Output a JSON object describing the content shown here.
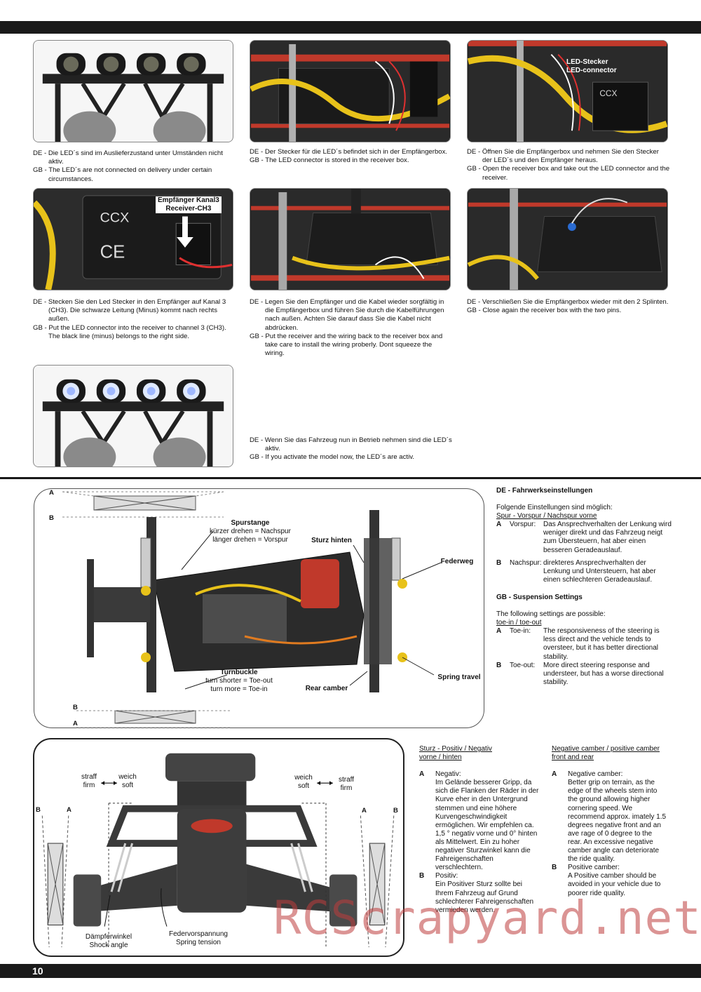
{
  "page_number": "10",
  "photos": {
    "p1_callout": "",
    "p3_callout_1": "LED-Stecker",
    "p3_callout_2": "LED-connector",
    "p4_callout_1": "Empfänger Kanal3",
    "p4_callout_2": "Receiver-CH3"
  },
  "captions": [
    {
      "de": "DE - Die LED´s sind im Auslieferzustand unter Umständen nicht aktiv.",
      "gb": "GB - The LED´s are not connected on delivery under certain circumstances."
    },
    {
      "de": "DE - Der Stecker für die LED´s befindet sich in der Empfängerbox.",
      "gb": "GB - The LED connector is stored in the receiver box."
    },
    {
      "de": "DE - Öffnen Sie die Empfängerbox und nehmen Sie den Stecker der LED´s und den Empfänger heraus.",
      "gb": "GB - Open the receiver box and take out the LED connector and the receiver."
    },
    {
      "de": "DE - Stecken Sie den Led Stecker in den Empfänger auf Kanal 3 (CH3). Die schwarze Leitung (Minus) kommt nach rechts außen.",
      "gb": "GB - Put the LED connector into the receiver to channel 3 (CH3). The black line (minus) belongs to the right side."
    },
    {
      "de": "DE - Legen Sie den Empfänger und die Kabel wieder sorgfältig in die Empfängerbox und führen Sie durch die Kabelführungen nach außen. Achten Sie darauf dass Sie die Kabel nicht abdrücken.",
      "gb": "GB - Put the receiver and the wiring back to the receiver box and take care to install the wiring proberly. Dont squeeze the wiring."
    },
    {
      "de": "DE - Verschließen Sie die Empfängerbox wieder mit den 2 Splinten.",
      "gb": "GB - Close again the receiver box with the two pins."
    },
    {
      "de": "DE - Wenn Sie das Fahrzeug nun in Betrieb nehmen sind die LED´s aktiv.",
      "gb": "GB - If you activate the model now, the LED´s are activ."
    }
  ],
  "diagram1": {
    "letter_a": "A",
    "letter_b": "B",
    "spurstange_title": "Spurstange",
    "spurstange_1": "kürzer drehen = Nachspur",
    "spurstange_2": "länger drehen = Vorspur",
    "sturz_hinten": "Sturz hinten",
    "federweg": "Federweg",
    "turnbuckle_title": "Turnbuckle",
    "turnbuckle_1": "turn shorter = Toe-out",
    "turnbuckle_2": "turn more = Toe-in",
    "rear_camber": "Rear camber",
    "spring_travel": "Spring travel"
  },
  "diagram2": {
    "straff": "straff",
    "firm": "firm",
    "weich": "weich",
    "soft": "soft",
    "daempfer_1": "Dämpferwinkel",
    "daempfer_2": "Shock angle",
    "feder_1": "Federvorspannung",
    "feder_2": "Spring tension",
    "letter_a": "A",
    "letter_b": "B"
  },
  "suspension": {
    "de_title": "DE - Fahrwerkseinstellungen",
    "de_intro": "Folgende Einstellungen sind möglich:",
    "de_sub": "Spur - Vorspur / Nachspur vorne",
    "de_a_key": "A",
    "de_a_term": "Vorspur:",
    "de_a_text": "Das Ansprechverhalten der Lenkung wird weniger direkt und das Fahrzeug neigt zum Übersteuern, hat aber einen besseren Geradeauslauf.",
    "de_b_key": "B",
    "de_b_term": "Nachspur:",
    "de_b_text": "direkteres Ansprechverhalten der Lenkung und Untersteuern, hat aber einen schlechteren Geradeauslauf.",
    "gb_title": "GB - Suspension Settings",
    "gb_intro": "The following settings are possible:",
    "gb_sub": "toe-in / toe-out",
    "gb_a_key": "A",
    "gb_a_term": "Toe-in:",
    "gb_a_text": "The responsiveness of the steering is less direct and the vehicle tends to oversteer, but it has better directional stability.",
    "gb_b_key": "B",
    "gb_b_term": "Toe-out:",
    "gb_b_text": "More direct steering response and understeer, but has a worse directional stability."
  },
  "camber": {
    "de_sub_1": "Sturz - Positiv / Negativ",
    "de_sub_2": "vorne / hinten",
    "de_a_key": "A",
    "de_a_term": "Negativ:",
    "de_a_text": "Im Gelände besserer Gripp, da sich die Flanken der Räder in der Kurve eher in den Untergrund stemmen und eine höhere Kurvengeschwindigkeit ermöglichen. Wir empfehlen ca. 1,5 ° negativ vorne und 0° hinten als Mittelwert. Ein zu hoher negativer Sturzwinkel kann die Fahreigenschaften verschlechtern.",
    "de_b_key": "B",
    "de_b_term": "Positiv:",
    "de_b_text": "Ein Positiver Sturz sollte bei Ihrem Fahrzeug auf Grund schlechterer Fahreigenschaften vermieden werden.",
    "gb_sub_1": "Negative camber / positive camber",
    "gb_sub_2": "front and rear",
    "gb_a_key": "A",
    "gb_a_term": "Negative camber:",
    "gb_a_text": "Better grip on terrain, as the edge of the wheels stem into the ground allowing higher cornering speed. We recommend approx. imately 1.5 degrees negative front and an ave rage of 0 degree to the rear. An excessive negative camber angle can deteriorate the ride quality.",
    "gb_b_key": "B",
    "gb_b_term": "Positive camber:",
    "gb_b_text": "A Positive camber should be avoided in your vehicle due to poorer ride quality."
  },
  "watermark": "RCScrapyard.net",
  "colors": {
    "accent_red": "#c0392b",
    "bar": "#1a1a1a"
  }
}
